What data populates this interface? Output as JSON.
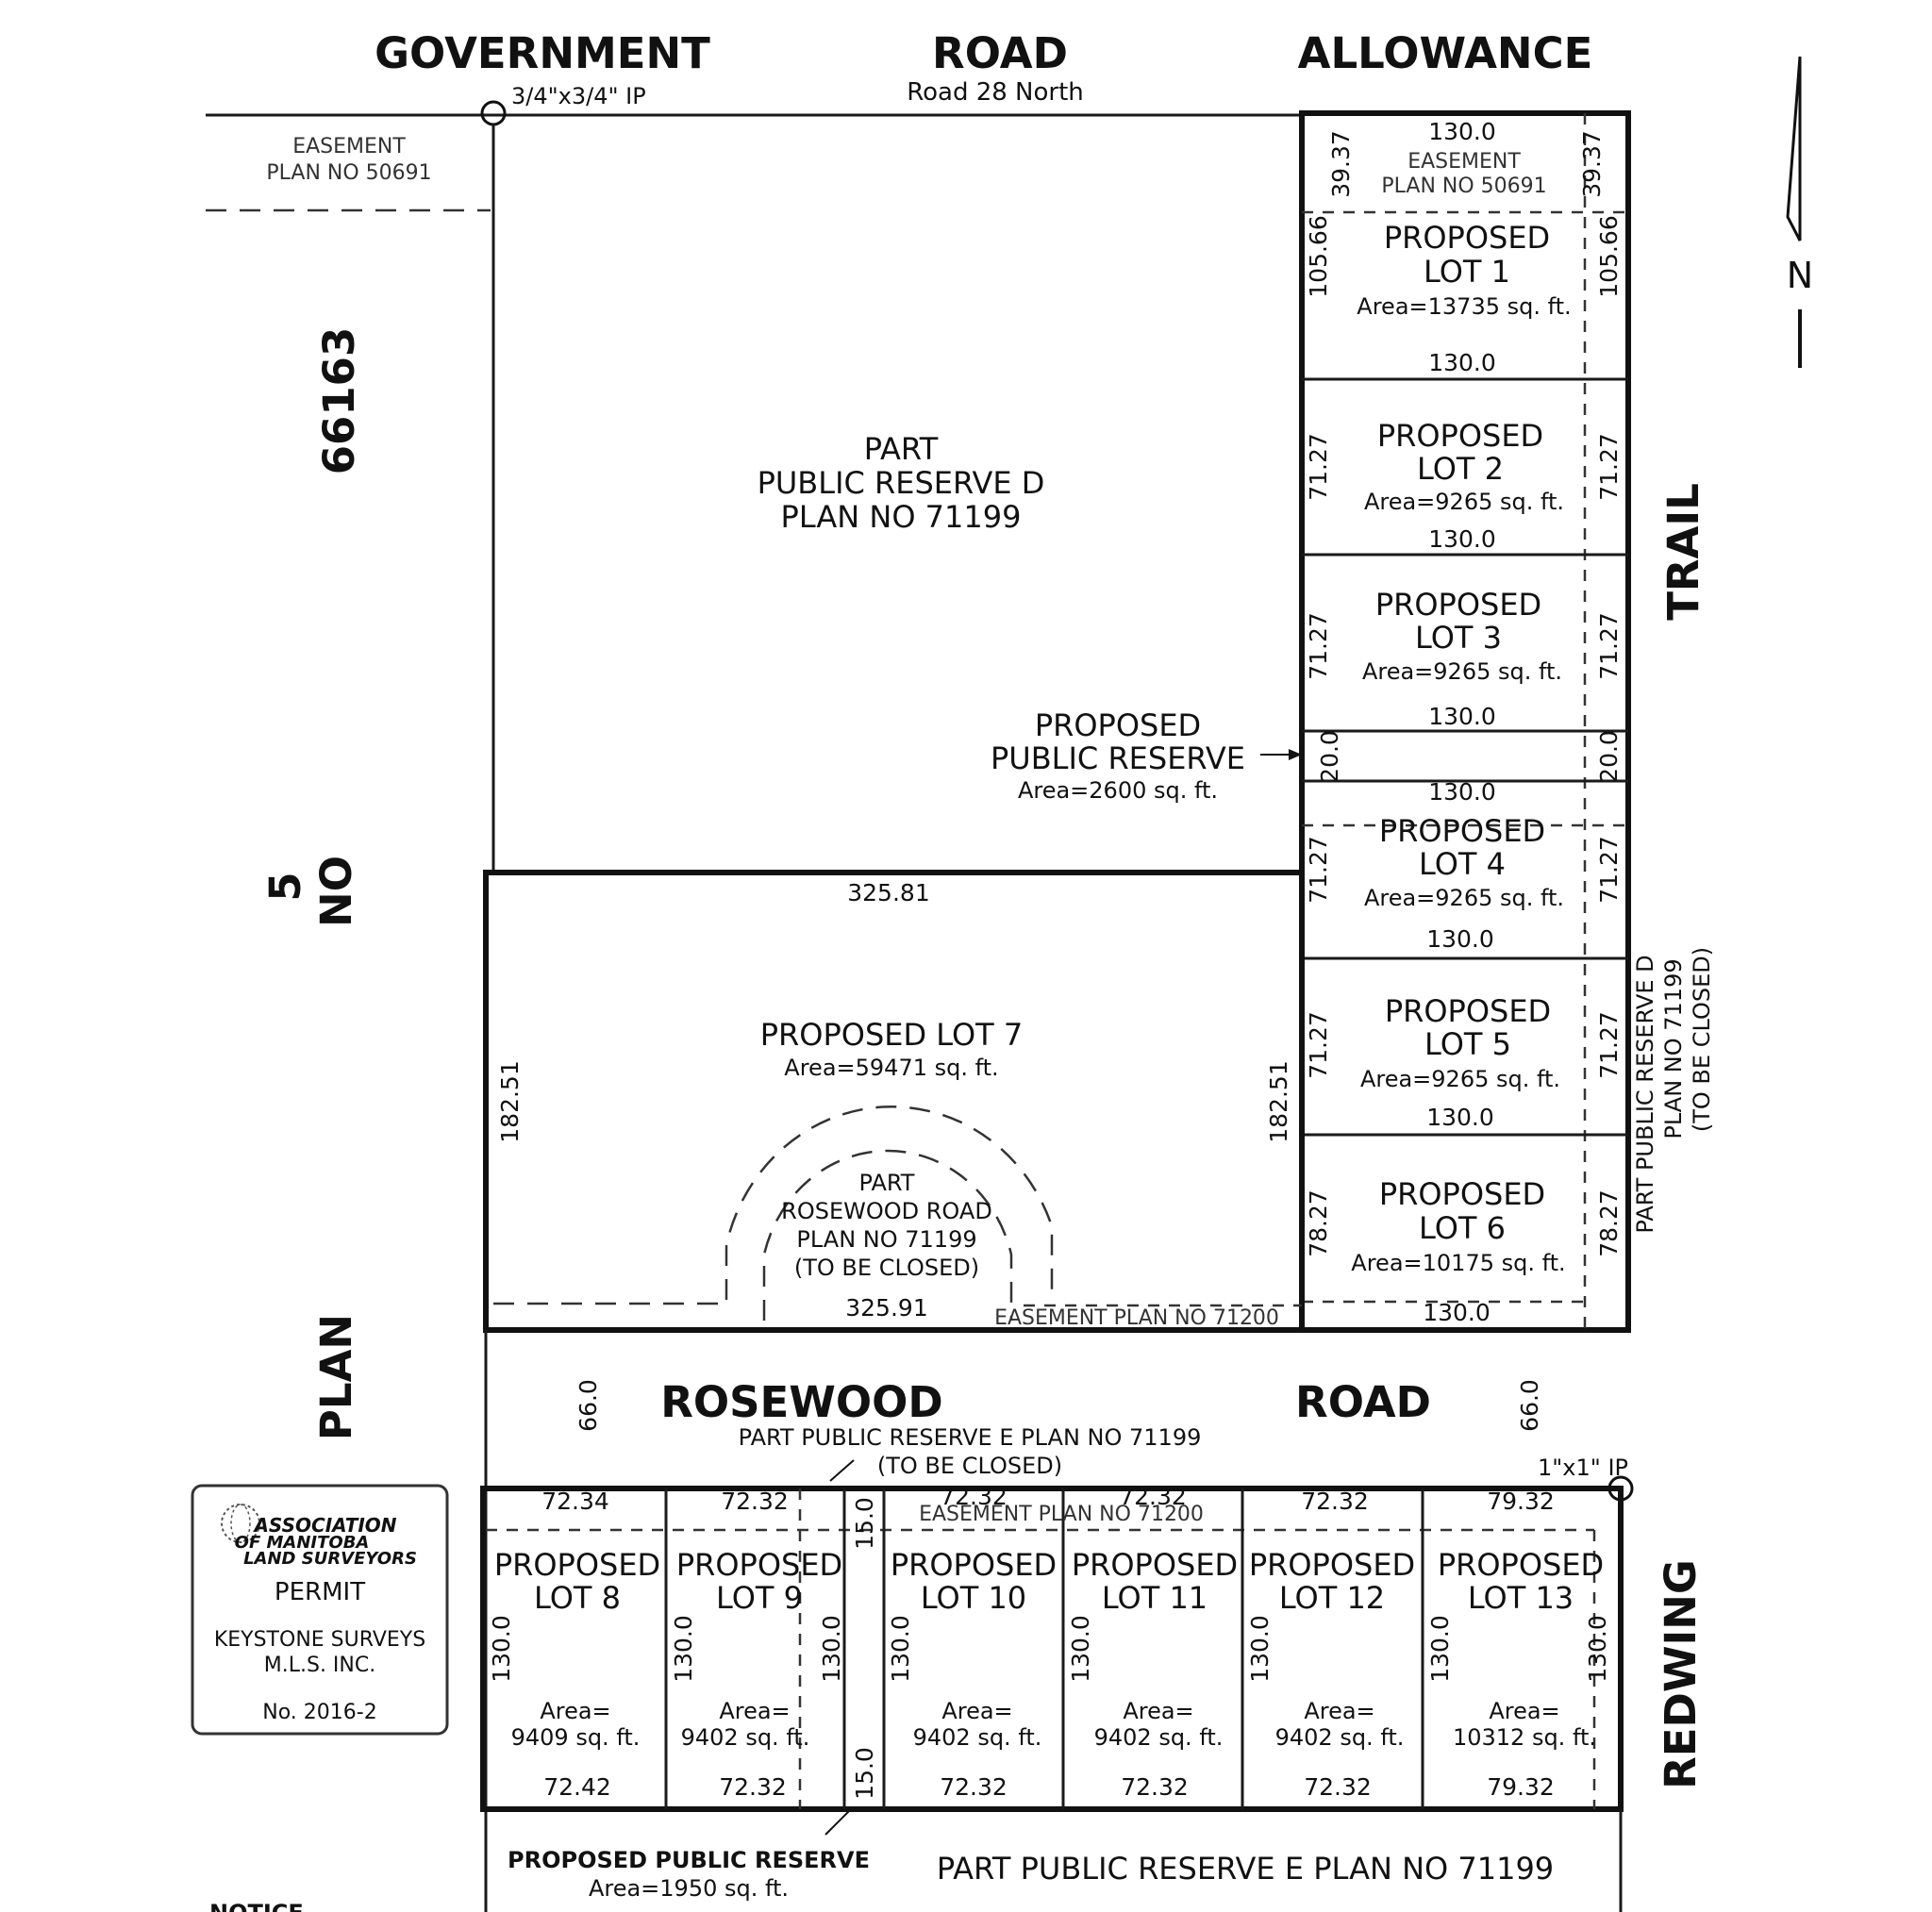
{
  "roads": {
    "top_1": "GOVERNMENT",
    "top_2": "ROAD",
    "top_3": "ALLOWANCE",
    "top_sub": "Road 28 North",
    "trail": "TRAIL",
    "rosewood_1": "ROSEWOOD",
    "rosewood_2": "ROAD",
    "rosewood_sub": "PART PUBLIC RESERVE E PLAN NO 71199",
    "rosewood_closed": "(TO BE CLOSED)",
    "redwing": "REDWING",
    "plan_left_1": "66163",
    "plan_left_2": "5",
    "plan_left_3": "NO",
    "plan_left_4": "PLAN"
  },
  "markers": {
    "iron_pin_top": "3/4\"x3/4\" IP",
    "iron_pin_right": "1\"x1\" IP",
    "north": "N"
  },
  "easements": {
    "top_left_1": "EASEMENT",
    "top_left_2": "PLAN NO 50691",
    "top_right_1": "EASEMENT",
    "top_right_2": "PLAN NO 50691",
    "lot7": "EASEMENT PLAN NO 71200",
    "lower": "EASEMENT PLAN NO 71200"
  },
  "public_reserve_d": {
    "l1": "PART",
    "l2": "PUBLIC RESERVE D",
    "l3": "PLAN NO 71199"
  },
  "proposed_pr": {
    "l1": "PROPOSED",
    "l2": "PUBLIC RESERVE",
    "area": "Area=2600 sq. ft."
  },
  "right_strip": {
    "l1": "PART PUBLIC RESERVE D",
    "l2": "PLAN NO 71199",
    "l3": "(TO BE CLOSED)"
  },
  "lot7": {
    "name": "PROPOSED LOT 7",
    "area": "Area=59471 sq. ft.",
    "top": "325.81",
    "bottom": "325.91",
    "left": "182.51",
    "right": "182.51"
  },
  "cul_de_sac": {
    "l1": "PART",
    "l2": "ROSEWOOD ROAD",
    "l3": "PLAN NO 71199",
    "l4": "(TO BE CLOSED)"
  },
  "road_width": {
    "left": "66.0",
    "right": "66.0"
  },
  "right_lots": [
    {
      "p": "PROPOSED",
      "lot": "LOT 1",
      "area": "Area=13735 sq. ft.",
      "depth": "105.66",
      "w": "130.0"
    },
    {
      "p": "PROPOSED",
      "lot": "LOT 2",
      "area": "Area=9265 sq. ft.",
      "depth": "71.27",
      "w": "130.0"
    },
    {
      "p": "PROPOSED",
      "lot": "LOT 3",
      "area": "Area=9265 sq. ft.",
      "depth": "71.27",
      "w": "130.0"
    },
    {
      "p": "PROPOSED",
      "lot": "LOT 4",
      "area": "Area=9265 sq. ft.",
      "depth": "71.27",
      "w": "130.0"
    },
    {
      "p": "PROPOSED",
      "lot": "LOT 5",
      "area": "Area=9265 sq. ft.",
      "depth": "71.27",
      "w": "130.0"
    },
    {
      "p": "PROPOSED",
      "lot": "LOT 6",
      "area": "Area=10175 sq. ft.",
      "depth": "78.27",
      "w": "130.0"
    }
  ],
  "right_misc": {
    "top_w": "130.0",
    "ease_depth": "39.37",
    "pr_depth": "20.0",
    "pr_w": "130.0"
  },
  "bottom_lots": [
    {
      "p": "PROPOSED",
      "lot": "LOT 8",
      "a1": "Area=",
      "a2": "9409 sq. ft.",
      "top": "72.34",
      "bottom": "72.42",
      "depth": "130.0"
    },
    {
      "p": "PROPOSED",
      "lot": "LOT 9",
      "a1": "Area=",
      "a2": "9402 sq. ft.",
      "top": "72.32",
      "bottom": "72.32",
      "depth": "130.0"
    },
    {
      "p": "PROPOSED",
      "lot": "LOT 10",
      "a1": "Area=",
      "a2": "9402 sq. ft.",
      "top": "72.32",
      "bottom": "72.32",
      "depth": "130.0"
    },
    {
      "p": "PROPOSED",
      "lot": "LOT 11",
      "a1": "Area=",
      "a2": "9402 sq. ft.",
      "top": "72.32",
      "bottom": "72.32",
      "depth": "130.0"
    },
    {
      "p": "PROPOSED",
      "lot": "LOT 12",
      "a1": "Area=",
      "a2": "9402 sq. ft.",
      "top": "72.32",
      "bottom": "72.32",
      "depth": "130.0"
    },
    {
      "p": "PROPOSED",
      "lot": "LOT 13",
      "a1": "Area=",
      "a2": "10312 sq. ft.",
      "top": "79.32",
      "bottom": "79.32",
      "depth": "130.0"
    }
  ],
  "walkway": {
    "w": "15.0",
    "depth": "130.0"
  },
  "bottom_pr": {
    "l1": "PROPOSED PUBLIC RESERVE",
    "area": "Area=1950 sq. ft."
  },
  "bottom_road": "PART PUBLIC RESERVE E PLAN NO 71199",
  "permit": {
    "assoc_1": "ASSOCIATION",
    "assoc_2": "OF MANITOBA",
    "assoc_3": "LAND SURVEYORS",
    "permit": "PERMIT",
    "co_1": "KEYSTONE SURVEYS",
    "co_2": "M.L.S. INC.",
    "no": "No. 2016-2"
  },
  "footer_partial": "NOTICE"
}
